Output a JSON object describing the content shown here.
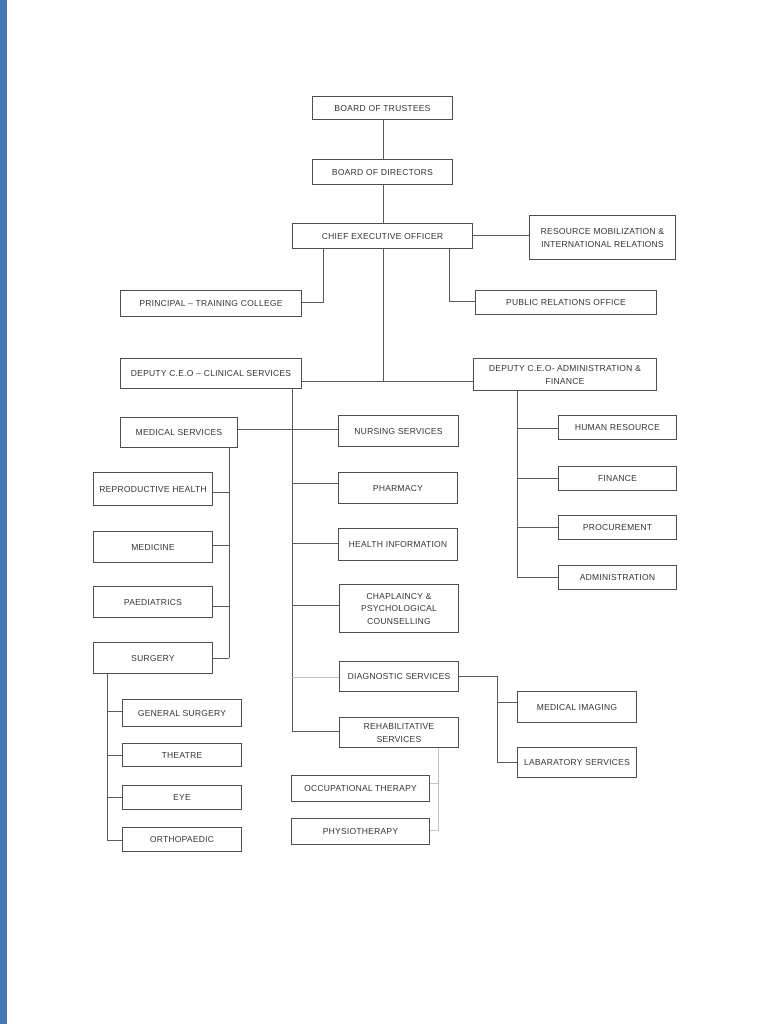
{
  "page": {
    "background_color": "#ffffff",
    "left_edge_strip_color": "#4678b8",
    "box_border_color": "#4e4e4e",
    "connector_color": "#5a5a5a",
    "connector_light_color": "#c2c2c2",
    "text_color": "#333333"
  },
  "org_chart": {
    "nodes": {
      "board_of_trustees": "BOARD OF TRUSTEES",
      "board_of_directors": "BOARD OF DIRECTORS",
      "chief_executive_officer": "CHIEF EXECUTIVE OFFICER",
      "resource_mobilization": "RESOURCE MOBILIZATION &\nINTERNATIONAL RELATIONS",
      "principal_training_college": "PRINCIPAL – TRAINING COLLEGE",
      "public_relations_office": "PUBLIC RELATIONS OFFICE",
      "deputy_ceo_clinical": "DEPUTY C.E.O – CLINICAL SERVICES",
      "deputy_ceo_admin": "DEPUTY C.E.O- ADMINISTRATION &\nFINANCE",
      "medical_services": "MEDICAL SERVICES",
      "nursing_services": "NURSING SERVICES",
      "human_resource": "HUMAN RESOURCE",
      "reproductive_health": "REPRODUCTIVE HEALTH",
      "pharmacy": "PHARMACY",
      "finance": "FINANCE",
      "medicine": "MEDICINE",
      "health_information": "HEALTH INFORMATION",
      "procurement": "PROCUREMENT",
      "paediatrics": "PAEDIATRICS",
      "chaplaincy": "CHAPLAINCY &\nPSYCHOLOGICAL\nCOUNSELLING",
      "administration": "ADMINISTRATION",
      "surgery": "SURGERY",
      "diagnostic_services": "DIAGNOSTIC SERVICES",
      "medical_imaging": "MEDICAL IMAGING",
      "general_surgery": "GENERAL SURGERY",
      "rehabilitative_services": "REHABILITATIVE\nSERVICES",
      "labaratory_services": "LABARATORY SERVICES",
      "theatre": "THEATRE",
      "occupational_therapy": "OCCUPATIONAL THERAPY",
      "eye": "EYE",
      "physiotherapy": "PHYSIOTHERAPY",
      "orthopaedic": "ORTHOPAEDIC"
    },
    "hierarchy": [
      {
        "parent": "BOARD OF TRUSTEES",
        "children": [
          "BOARD OF DIRECTORS"
        ]
      },
      {
        "parent": "BOARD OF DIRECTORS",
        "children": [
          "CHIEF EXECUTIVE OFFICER"
        ]
      },
      {
        "parent": "CHIEF EXECUTIVE OFFICER",
        "children": [
          "RESOURCE MOBILIZATION & INTERNATIONAL RELATIONS",
          "PRINCIPAL – TRAINING COLLEGE",
          "PUBLIC RELATIONS OFFICE",
          "DEPUTY C.E.O – CLINICAL SERVICES",
          "DEPUTY C.E.O- ADMINISTRATION & FINANCE"
        ]
      },
      {
        "parent": "DEPUTY C.E.O – CLINICAL SERVICES",
        "children": [
          "MEDICAL SERVICES",
          "NURSING SERVICES",
          "PHARMACY",
          "HEALTH INFORMATION",
          "CHAPLAINCY & PSYCHOLOGICAL COUNSELLING",
          "DIAGNOSTIC SERVICES",
          "REHABILITATIVE SERVICES"
        ]
      },
      {
        "parent": "DEPUTY C.E.O- ADMINISTRATION & FINANCE",
        "children": [
          "HUMAN RESOURCE",
          "FINANCE",
          "PROCUREMENT",
          "ADMINISTRATION"
        ]
      },
      {
        "parent": "MEDICAL SERVICES",
        "children": [
          "REPRODUCTIVE HEALTH",
          "MEDICINE",
          "PAEDIATRICS",
          "SURGERY"
        ]
      },
      {
        "parent": "SURGERY",
        "children": [
          "GENERAL SURGERY",
          "THEATRE",
          "EYE",
          "ORTHOPAEDIC"
        ]
      },
      {
        "parent": "DIAGNOSTIC SERVICES",
        "children": [
          "MEDICAL IMAGING",
          "LABARATORY SERVICES"
        ]
      },
      {
        "parent": "REHABILITATIVE SERVICES",
        "children": [
          "OCCUPATIONAL THERAPY",
          "PHYSIOTHERAPY"
        ]
      }
    ]
  }
}
